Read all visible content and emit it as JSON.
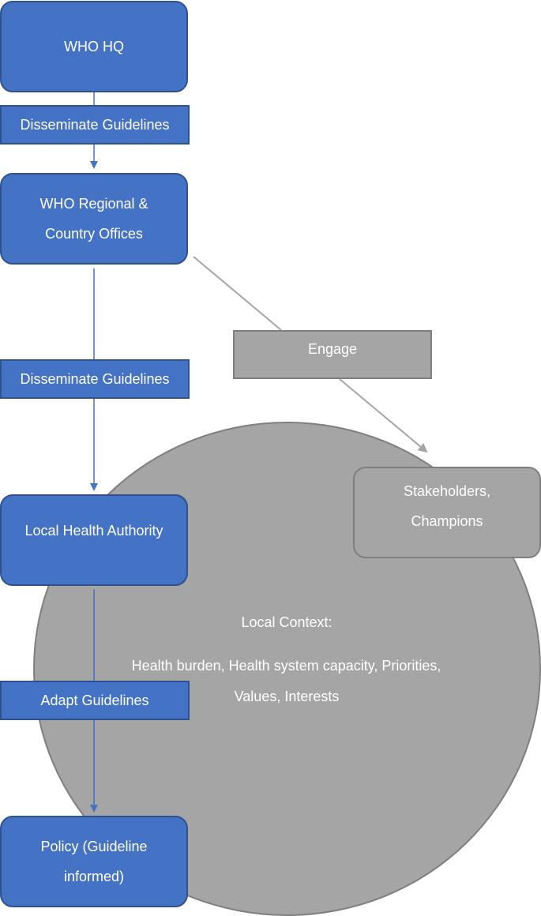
{
  "nodes": {
    "who_hq": "WHO HQ",
    "regional_line1": "WHO Regional &",
    "regional_line2": "Country Offices",
    "local_health_authority": "Local Health Authority",
    "policy_line1": "Policy (Guideline",
    "policy_line2": "informed)",
    "stakeholders_line1": "Stakeholders,",
    "stakeholders_line2": "Champions"
  },
  "edge_labels": {
    "disseminate_1": "Disseminate Guidelines",
    "disseminate_2": "Disseminate Guidelines",
    "adapt": "Adapt Guidelines",
    "engage": "Engage"
  },
  "local_context": {
    "heading": "Local Context:",
    "line1": "Health burden, Health system capacity, Priorities,",
    "line2": "Values, Interests"
  },
  "colors": {
    "blue_fill": "#4472c4",
    "blue_border": "#2f528f",
    "grey_fill": "#a5a5a5",
    "grey_border": "#7f7f7f"
  }
}
